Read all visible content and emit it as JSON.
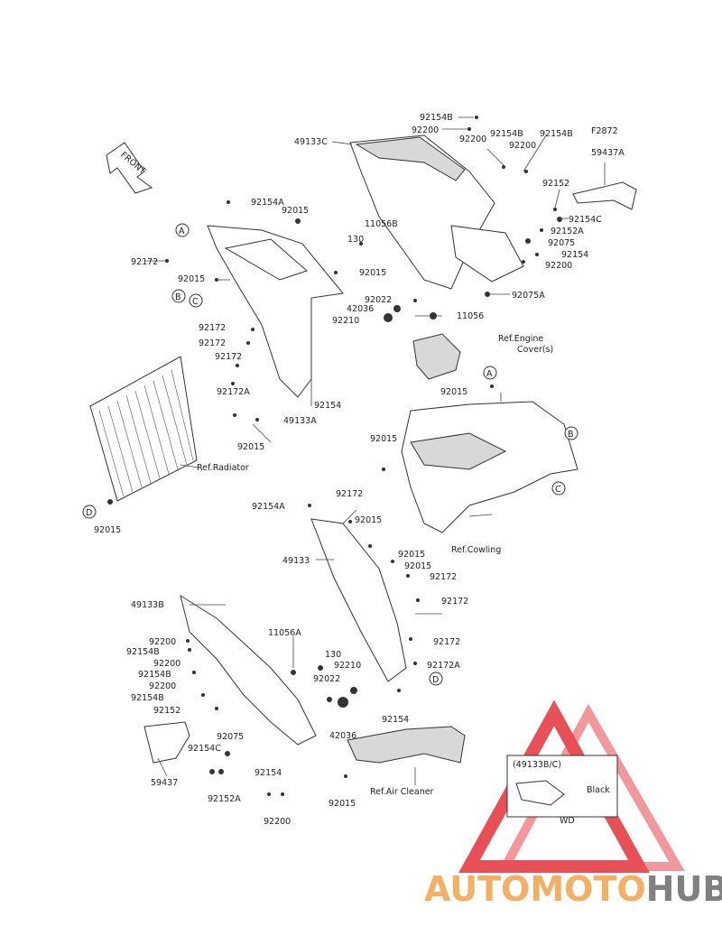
{
  "figure_code": "F2872",
  "front_label": "FRONT",
  "refs": {
    "engine_cover": "Ref.Engine",
    "engine_cover_2": "Cover(s)",
    "radiator": "Ref.Radiator",
    "cowling": "Ref.Cowling",
    "air_cleaner": "Ref.Air Cleaner"
  },
  "inset": {
    "part": "(49133B/C)",
    "color": "Black",
    "mark": "WD"
  },
  "watermark": {
    "part1": "AUTOMOTO",
    "part2": "HUB",
    "color_red": "#e4323a",
    "color_orange": "#f2a24a",
    "color_gray": "#6b6b6b"
  },
  "callouts": [
    "A",
    "B",
    "C",
    "D"
  ],
  "part_numbers": [
    "92154B",
    "92200",
    "49133C",
    "92200",
    "92154B",
    "92200",
    "92154B",
    "59437A",
    "92152",
    "92154C",
    "92152A",
    "92075",
    "92154",
    "92200",
    "92075A",
    "92154A",
    "92015",
    "11056B",
    "130",
    "92172",
    "92015",
    "92015",
    "92022",
    "42036",
    "92210",
    "11056",
    "92172",
    "92172",
    "92172",
    "92172A",
    "92154",
    "49133A",
    "92015",
    "92015",
    "92015",
    "92015",
    "92172",
    "92154A",
    "92015",
    "92015",
    "49133",
    "92015",
    "92172",
    "92172",
    "49133B",
    "11056A",
    "130",
    "92172",
    "92200",
    "92154B",
    "92200",
    "92154B",
    "92210",
    "92172A",
    "92200",
    "92022",
    "92154B",
    "92152",
    "92075",
    "42036",
    "92154",
    "59437",
    "92154C",
    "92152A",
    "92154",
    "92200",
    "92015"
  ]
}
